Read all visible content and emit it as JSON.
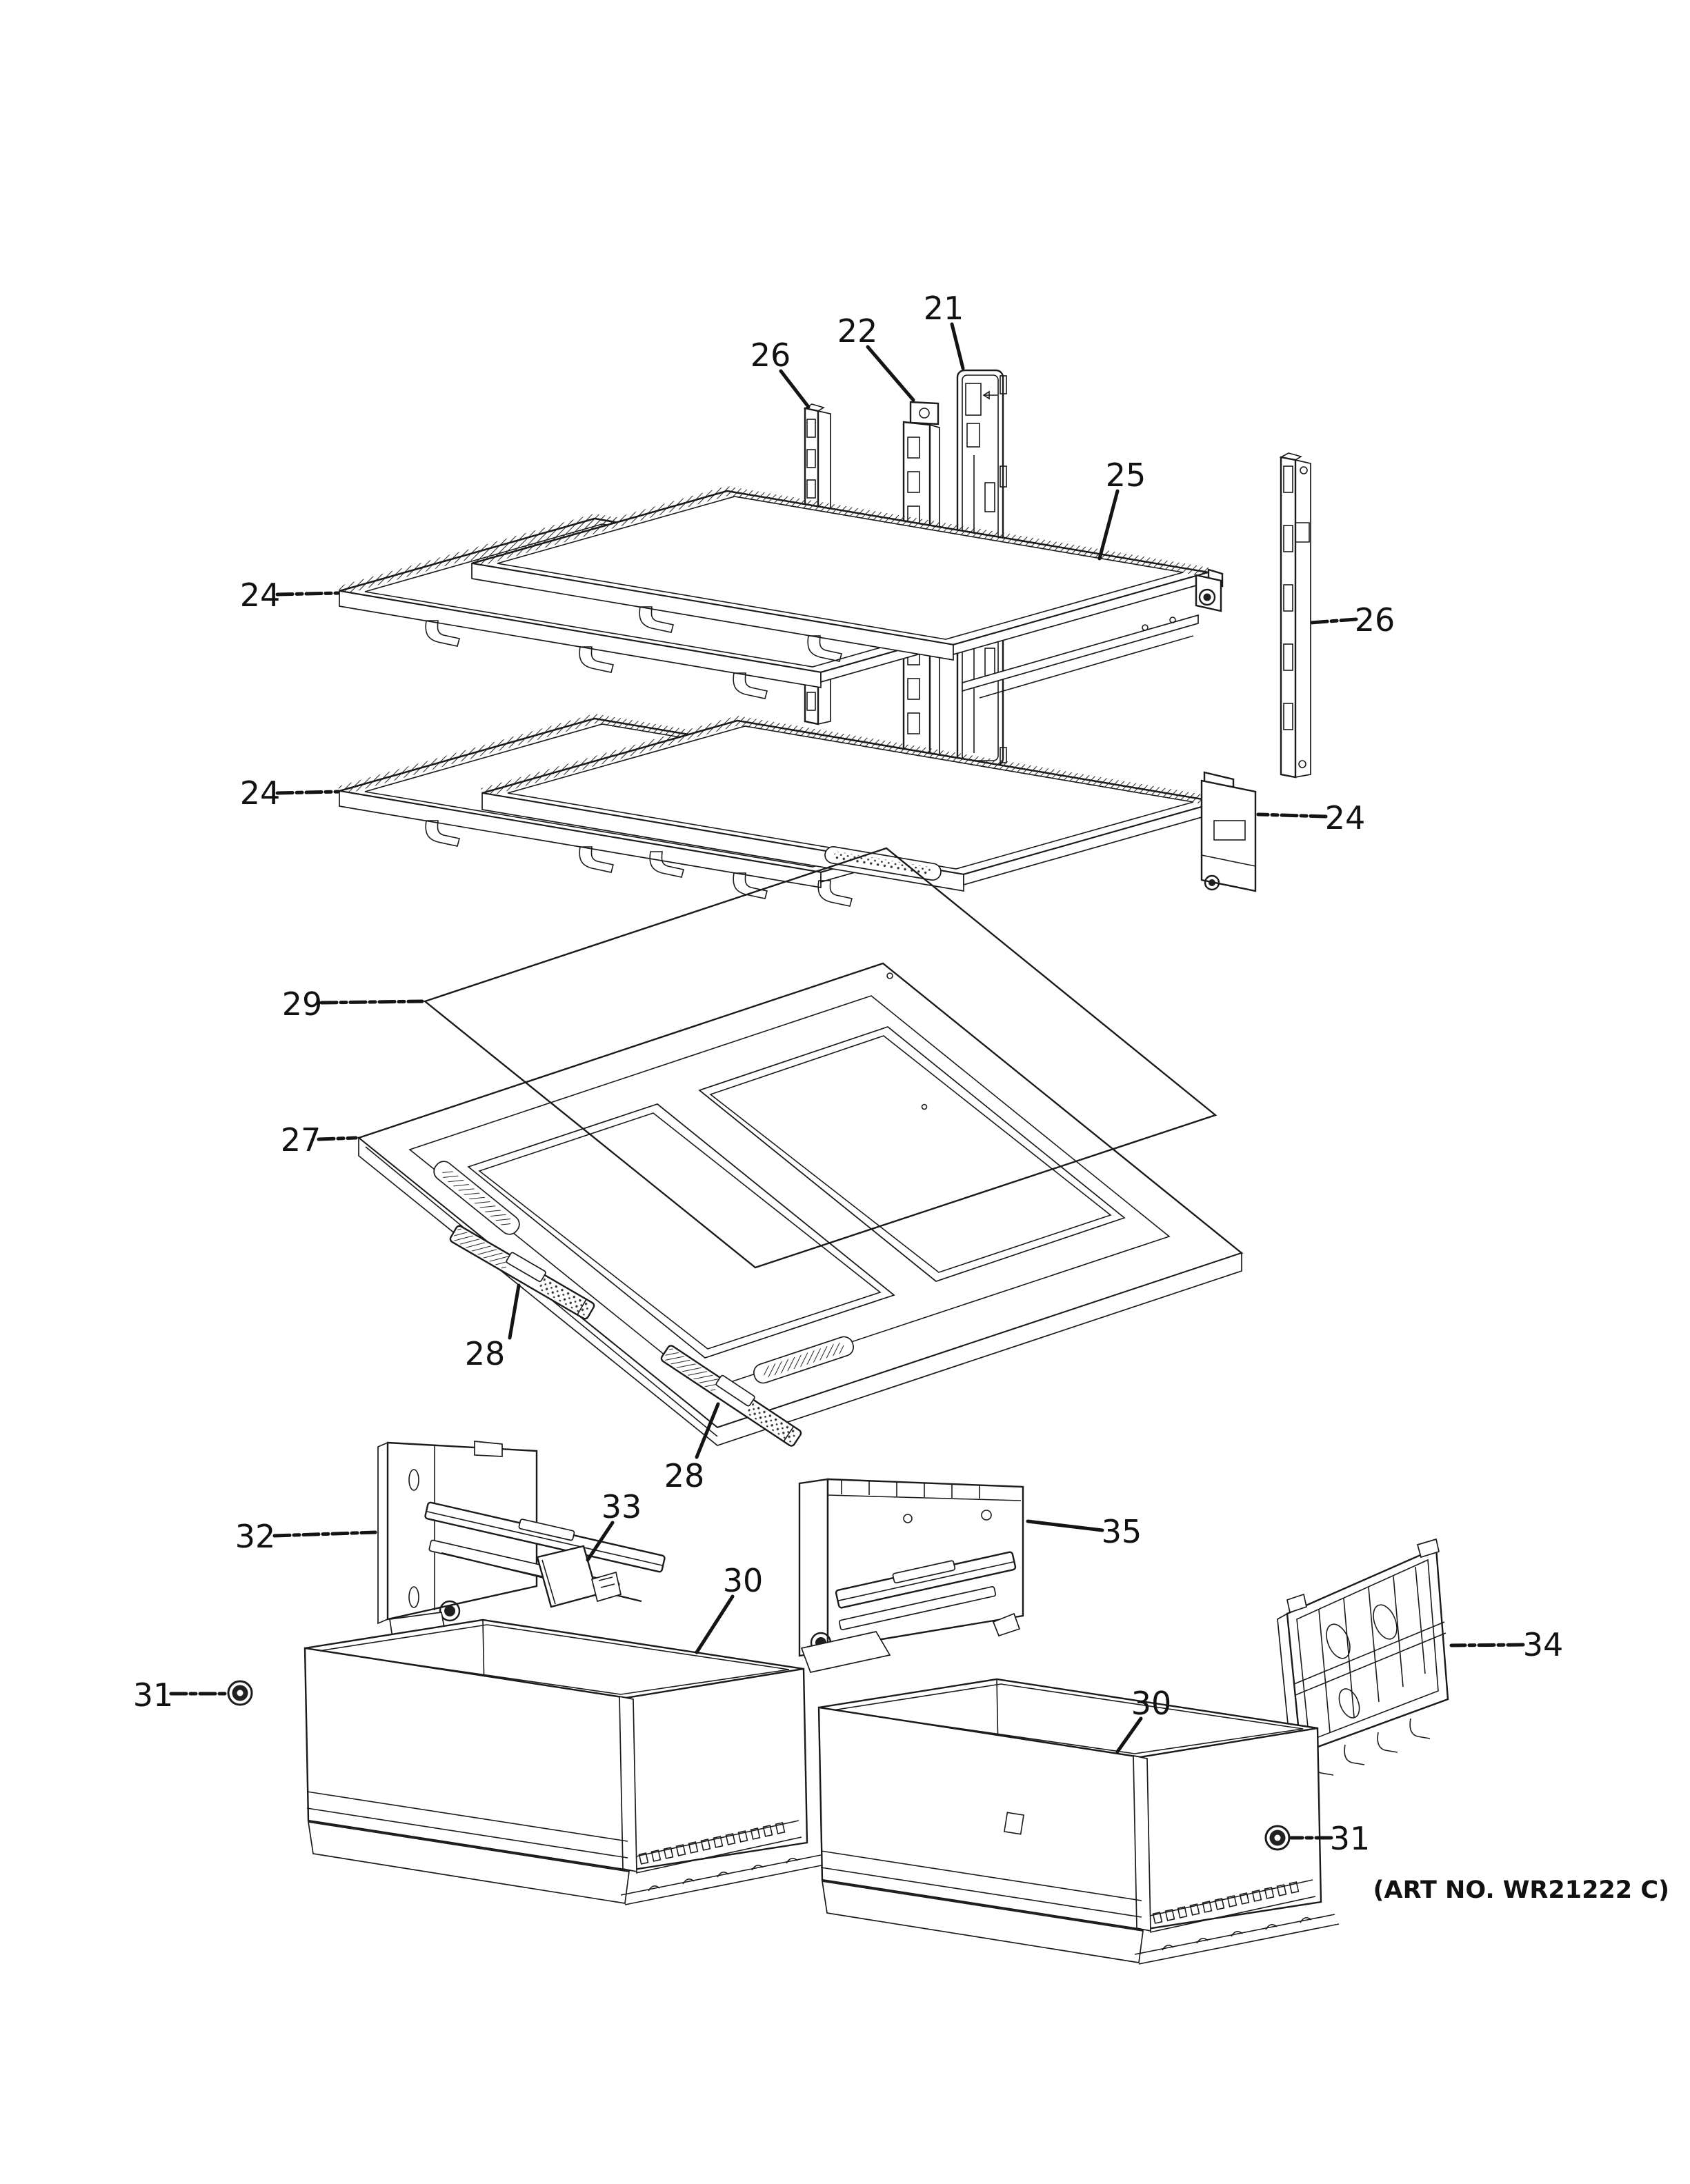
{
  "diagram": {
    "art_no": "(ART NO. WR21222 C)",
    "colors": {
      "background": "#ffffff",
      "line": "#1a1a1a"
    },
    "callouts": [
      {
        "id": "callout-21",
        "text": "21"
      },
      {
        "id": "callout-22",
        "text": "22"
      },
      {
        "id": "callout-26-left",
        "text": "26"
      },
      {
        "id": "callout-25",
        "text": "25"
      },
      {
        "id": "callout-26-right",
        "text": "26"
      },
      {
        "id": "callout-24-top-left",
        "text": "24"
      },
      {
        "id": "callout-24-bottom-left",
        "text": "24"
      },
      {
        "id": "callout-24-right",
        "text": "24"
      },
      {
        "id": "callout-29",
        "text": "29"
      },
      {
        "id": "callout-27",
        "text": "27"
      },
      {
        "id": "callout-28-left",
        "text": "28"
      },
      {
        "id": "callout-28-right",
        "text": "28"
      },
      {
        "id": "callout-32",
        "text": "32"
      },
      {
        "id": "callout-33",
        "text": "33"
      },
      {
        "id": "callout-30-left",
        "text": "30"
      },
      {
        "id": "callout-35",
        "text": "35"
      },
      {
        "id": "callout-30-right",
        "text": "30"
      },
      {
        "id": "callout-34",
        "text": "34"
      },
      {
        "id": "callout-31-left",
        "text": "31"
      },
      {
        "id": "callout-31-right",
        "text": "31"
      }
    ]
  }
}
